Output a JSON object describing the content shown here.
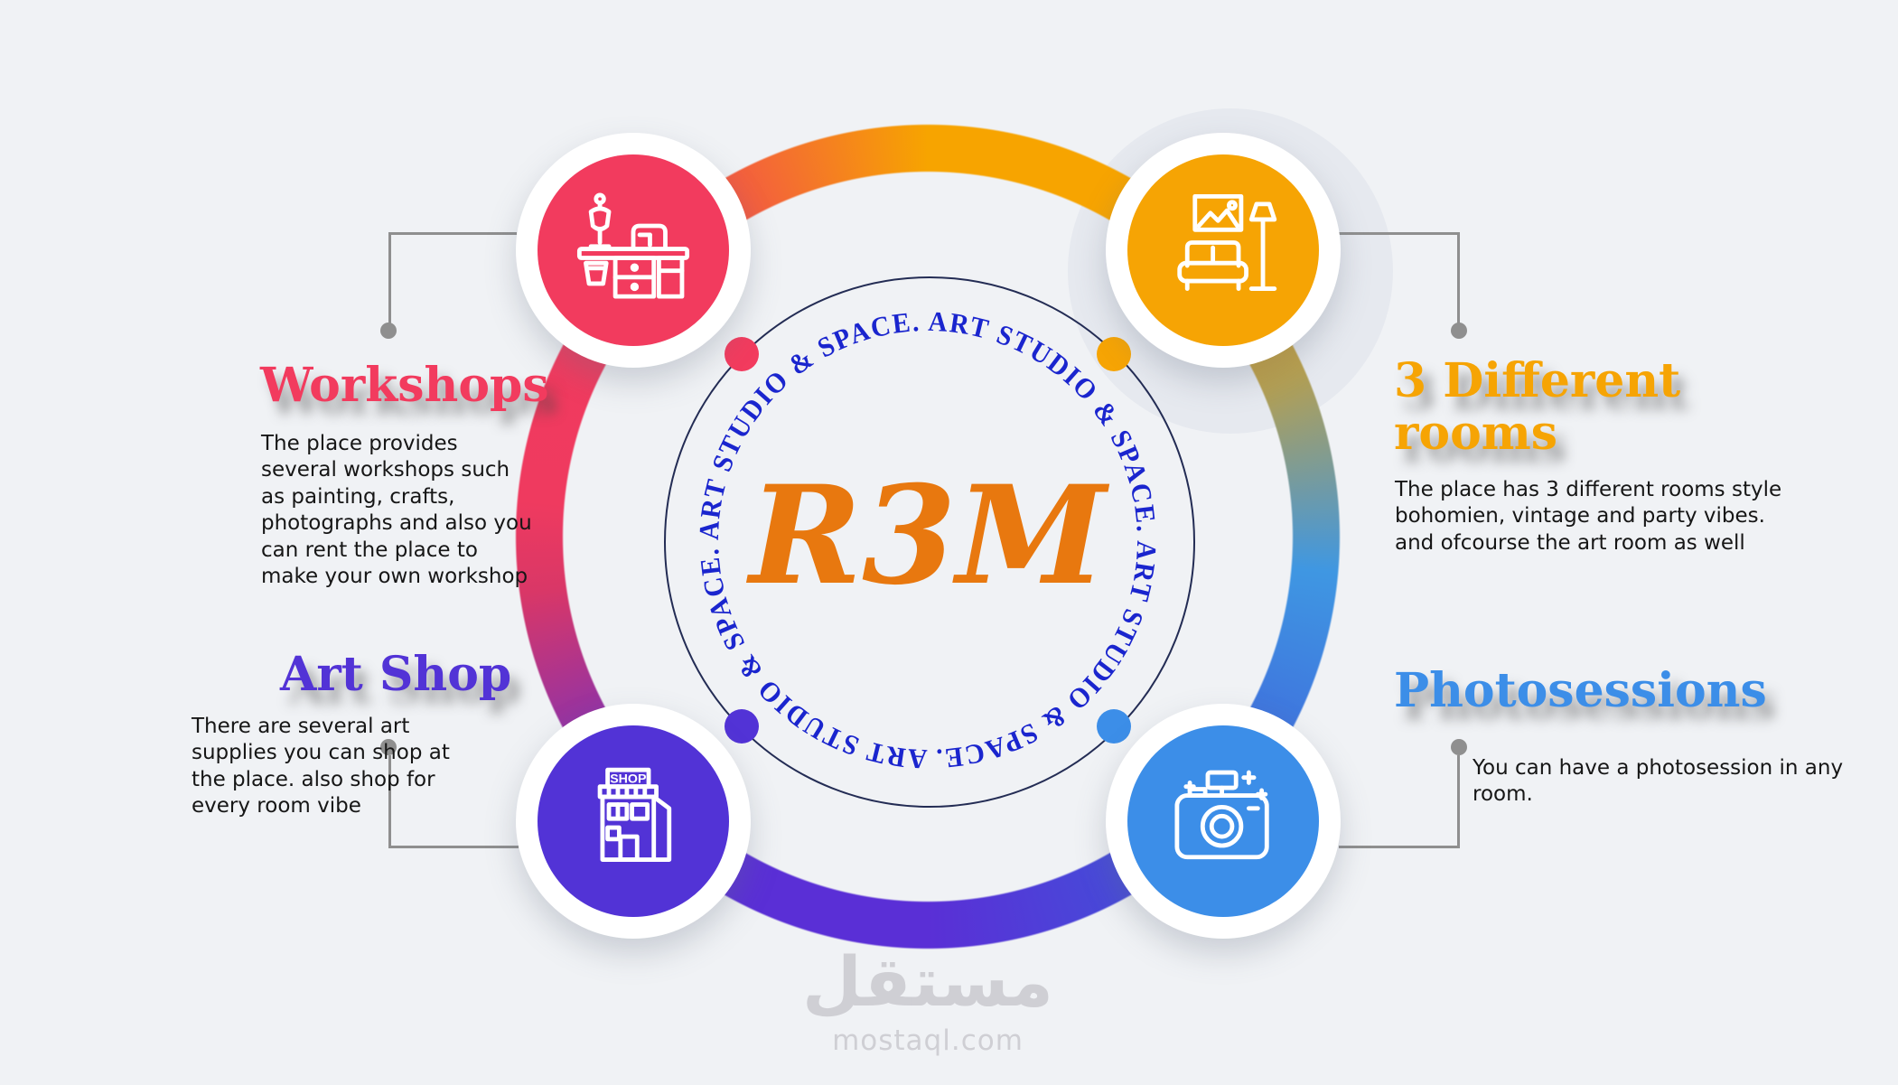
{
  "page": {
    "background": "#F0F2F5"
  },
  "center": {
    "logo": "R3M",
    "logo_color": "#E8780F",
    "ring_text": "ART STUDIO & SPACE. ART STUDIO & SPACE. ART STUDIO & SPACE. ART STUDIO & SPACE. ",
    "ring_text_color": "#1A25CE"
  },
  "sections": [
    {
      "key": "workshops",
      "title": "Workshops",
      "color": "#F23B5E",
      "icon": "sewing-workshop-icon",
      "body": "The place provides several workshops such as painting, crafts, photographs and also you can rent the place to make your own workshop"
    },
    {
      "key": "rooms",
      "title": "3 Different rooms",
      "color": "#F6A404",
      "icon": "living-room-icon",
      "body": "The place has 3 different rooms style bohomien, vintage and party vibes. and ofcourse the art room as well"
    },
    {
      "key": "artshop",
      "title": "Art Shop",
      "color": "#5233D6",
      "icon": "shop-icon",
      "body": "There are several art supplies you can shop at the place. also shop for every room vibe"
    },
    {
      "key": "photosessions",
      "title": "Photosessions",
      "color": "#3C8EE8",
      "icon": "camera-icon",
      "body": "You can have a photosession in any room."
    }
  ],
  "icons": {
    "shop_sign": "SHOP"
  },
  "watermark": {
    "logo": "مستقل",
    "site": "mostaql.com"
  }
}
